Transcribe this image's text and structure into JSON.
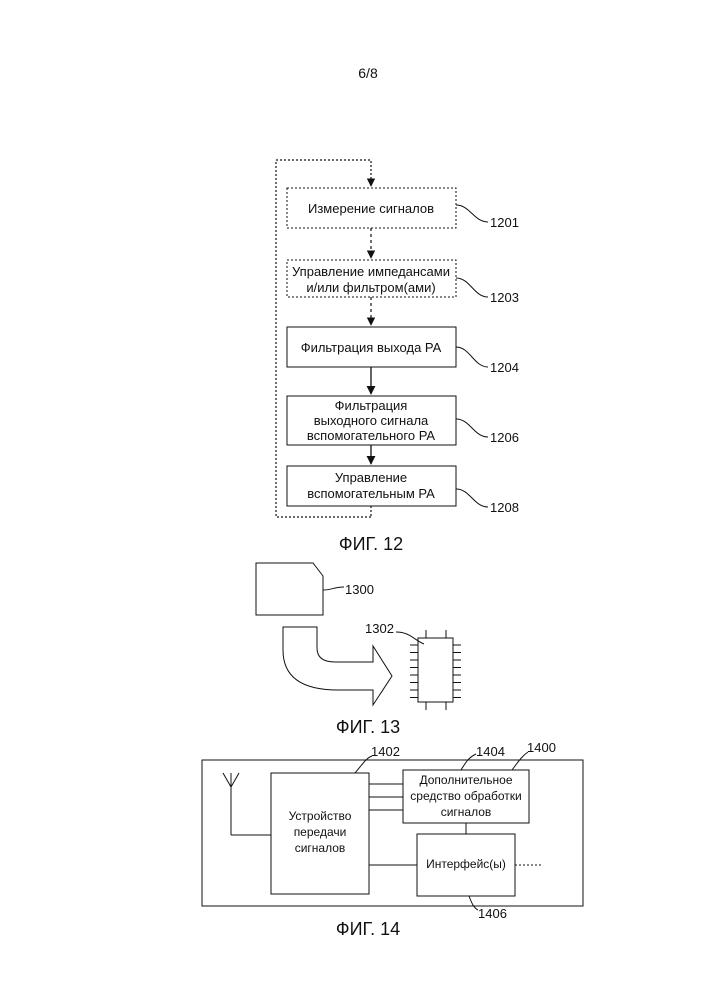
{
  "page_number": "6/8",
  "fig12": {
    "caption": "ФИГ. 12",
    "boxes": [
      {
        "lines": [
          "Измерение сигналов"
        ],
        "ref": "1201",
        "style": "dashed"
      },
      {
        "lines": [
          "Управление импедансами",
          "и/или фильтром(ами)"
        ],
        "ref": "1203",
        "style": "dashed"
      },
      {
        "lines": [
          "Фильтрация выхода PA"
        ],
        "ref": "1204",
        "style": "solid"
      },
      {
        "lines": [
          "Фильтрация",
          "выходного сигнала",
          "вспомогательного PA"
        ],
        "ref": "1206",
        "style": "solid"
      },
      {
        "lines": [
          "Управление",
          "вспомогательным PA"
        ],
        "ref": "1208",
        "style": "solid"
      }
    ]
  },
  "fig13": {
    "caption": "ФИГ. 13",
    "ref_medium": "1300",
    "ref_chip": "1302"
  },
  "fig14": {
    "caption": "ФИГ. 14",
    "ref_system": "1400",
    "ref_transmitter": "1402",
    "ref_processing": "1404",
    "ref_interface": "1406",
    "transmitter_lines": [
      "Устройство",
      "передачи",
      "сигналов"
    ],
    "processing_lines": [
      "Дополнительное",
      "средство обработки",
      "сигналов"
    ],
    "interface_label": "Интерфейс(ы)"
  }
}
